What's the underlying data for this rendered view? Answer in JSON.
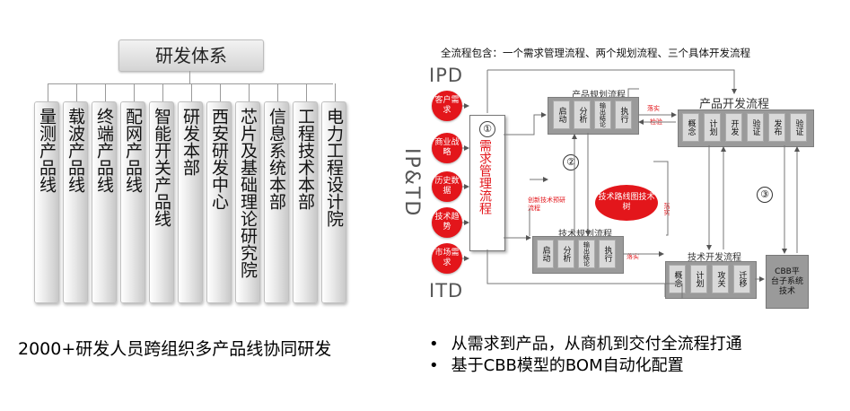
{
  "left": {
    "root": "研发体系",
    "columns": [
      "量测产品线",
      "载波产品线",
      "终端产品线",
      "配网产品线",
      "智能开关产品线",
      "研发本部",
      "西安研发中心",
      "芯片及基础理论研究院",
      "信息系统本部",
      "工程技术本部",
      "电力工程设计院"
    ],
    "caption": "2000+研发人员跨组织多产品线协同研发"
  },
  "right": {
    "top_note": "全流程包含：一个需求管理流程、两个规划流程、三个具体开发流程",
    "ipd": "IPD",
    "ip_td": "IP&TD",
    "itd": "ITD",
    "red_circles": [
      "客户需求",
      "商业战略",
      "历史数据",
      "技术趋势",
      "市场需求"
    ],
    "demand": {
      "num": "①",
      "label": "需求管理流程"
    },
    "product_planning": {
      "title": "产品规划流程",
      "steps": [
        "启动",
        "分析",
        "输出结论",
        "执行"
      ],
      "annot_top": "落实",
      "annot_bottom": "检验"
    },
    "product_dev": {
      "title": "产品开发流程",
      "steps": [
        "概念",
        "计划",
        "开发",
        "验证",
        "发布",
        "验证"
      ]
    },
    "tech_planning": {
      "title": "技术规划流程",
      "steps": [
        "启动",
        "分析",
        "输出结论",
        "执行"
      ],
      "annot": "落实"
    },
    "tech_dev": {
      "title": "技术开发流程",
      "steps": [
        "概念",
        "计划",
        "攻关",
        "迁移"
      ]
    },
    "num2": "②",
    "num3": "③",
    "innovation_note": "创新技术预研流程",
    "bubble": "技术路线图技术树",
    "side_red": "落实",
    "cbb": "CBB平台子系统技术",
    "bullets": [
      "从需求到产品，从商机到交付全流程打通",
      "基于CBB模型的BOM自动化配置"
    ]
  }
}
